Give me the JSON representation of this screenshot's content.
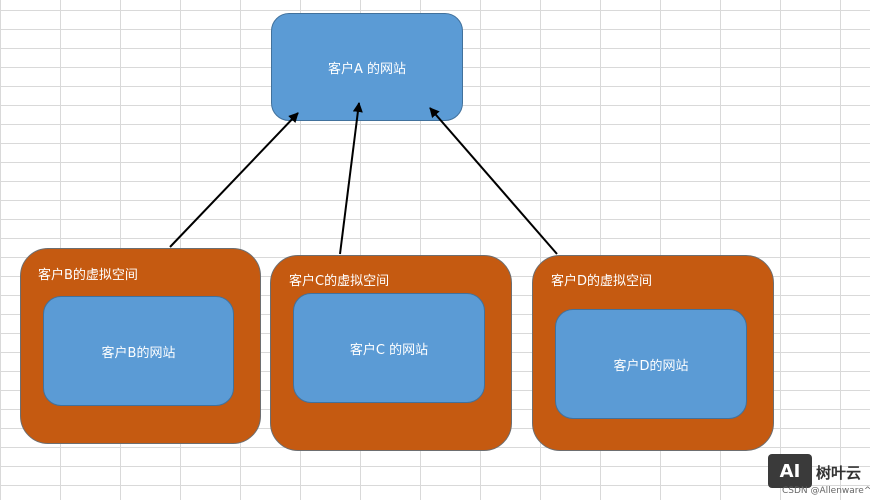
{
  "website_a": "客户A 的网站",
  "containers": [
    {
      "label": "客户B的虚拟空间",
      "website": "客户B的网站"
    },
    {
      "label": "客户C的虚拟空间",
      "website": "客户C 的网站"
    },
    {
      "label": "客户D的虚拟空间",
      "website": "客户D的网站"
    }
  ],
  "watermark": {
    "logo": "AI",
    "name": "树叶云",
    "credit": "CSDN @Allenware^"
  },
  "colors": {
    "blue": "#5b9bd5",
    "orange": "#c55a11",
    "arrow": "#000000",
    "grid": "#d9d9d9"
  }
}
